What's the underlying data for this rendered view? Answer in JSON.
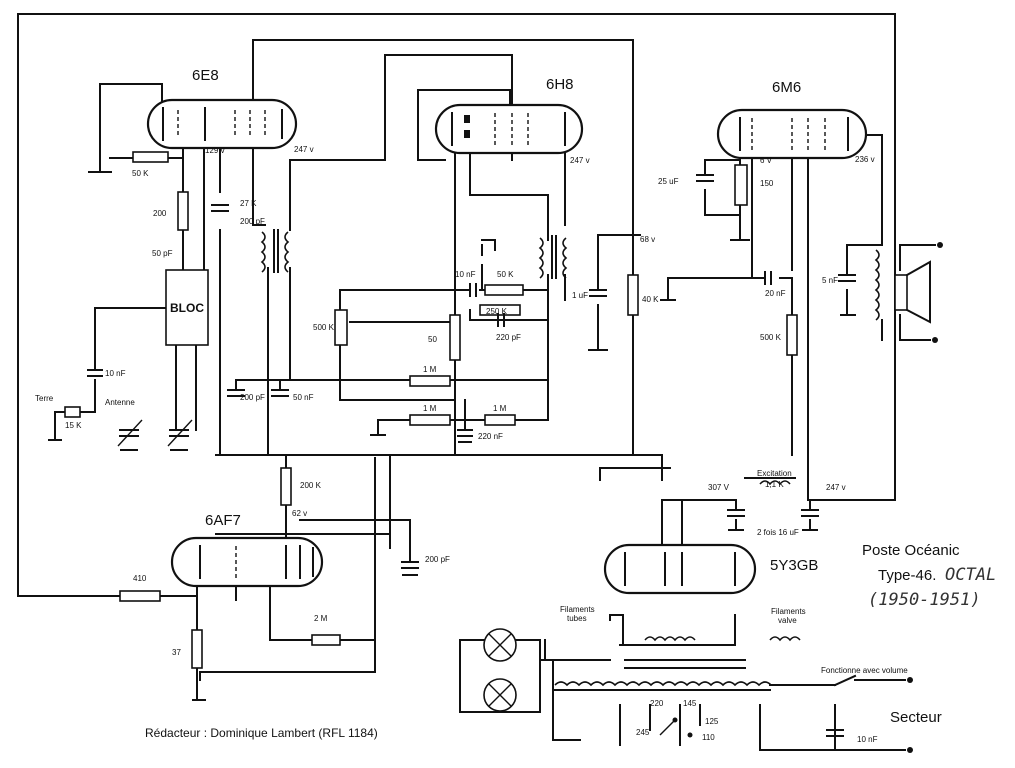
{
  "tubes": {
    "t1": "6E8",
    "t2": "6H8",
    "t3": "6M6",
    "t4": "6AF7",
    "t5": "5Y3GB"
  },
  "bloc": "BLOC",
  "title": {
    "line1": "Poste Océanic",
    "line2": "Type-46.",
    "line2_hand": "OCTAL",
    "line3": "(1950-1951)"
  },
  "author": "Rédacteur : Dominique Lambert (RFL 1184)",
  "secteur": "Secteur",
  "labels": {
    "v129": "129 v",
    "v247a": "247 v",
    "r50k_a": "50 K",
    "r200": "200",
    "r27k": "27 K",
    "c200pf_a": "200 pF",
    "c50pf": "50 pF",
    "c10nf_a": "10 nF",
    "terre": "Terre",
    "antenne": "Antenne",
    "r15k": "15 K",
    "c200pf_b": "200 pF",
    "c50nf": "50 nF",
    "r500k_a": "500 K",
    "r1m_a": "1 M",
    "r1m_b": "1 M",
    "r1m_c": "1 M",
    "c220nf": "220 nF",
    "c10nf_b": "10 nF",
    "r50k_b": "50 K",
    "r250k": "250 K",
    "c220pf": "220 pF",
    "r50": "50",
    "v247b": "247 v",
    "c1uf": "1 uF",
    "v68": "68 v",
    "r40k": "40 K",
    "c25uf": "25 uF",
    "v6": "6 V",
    "r150": "150",
    "v236": "236 v",
    "c20nf": "20 nF",
    "c5nf": "5 nF",
    "r500k_b": "500 K",
    "v307": "307 V",
    "excit": "Excitation",
    "r11k": "1,1 K",
    "v247c": "247 v",
    "c2x16": "2 fois 16 uF",
    "r200k": "200 K",
    "v62": "62 v",
    "c200pf_c": "200 pF",
    "r410": "410",
    "r2m": "2 M",
    "r37": "37",
    "fil_tubes_1": "Filaments",
    "fil_tubes_2": "tubes",
    "fil_valve_1": "Filaments",
    "fil_valve_2": "valve",
    "fonct": "Fonctionne avec volume",
    "t220": "220",
    "t145": "145",
    "t125": "125",
    "t245": "245",
    "t110": "110",
    "c10nf_c": "10 nF"
  }
}
